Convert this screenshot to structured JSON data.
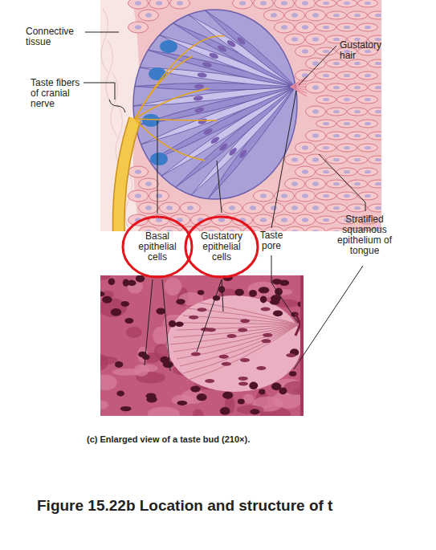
{
  "diagram": {
    "title": "Figure 15.22b Location and structure of t",
    "caption": "(c) Enlarged view of a taste bud (210×).",
    "nodes": [
      {
        "text": [
          "Basal epithelial cells"
        ]
      },
      {
        "text": [
          "Gustatory epithelial cells"
        ]
      }
    ],
    "labels": [
      "Connective tissue",
      "Taste fibers of cranial nerve",
      "Gustatory hair",
      "Taste pore",
      "Stratified squamous epithelium of tongue"
    ]
  }
}
